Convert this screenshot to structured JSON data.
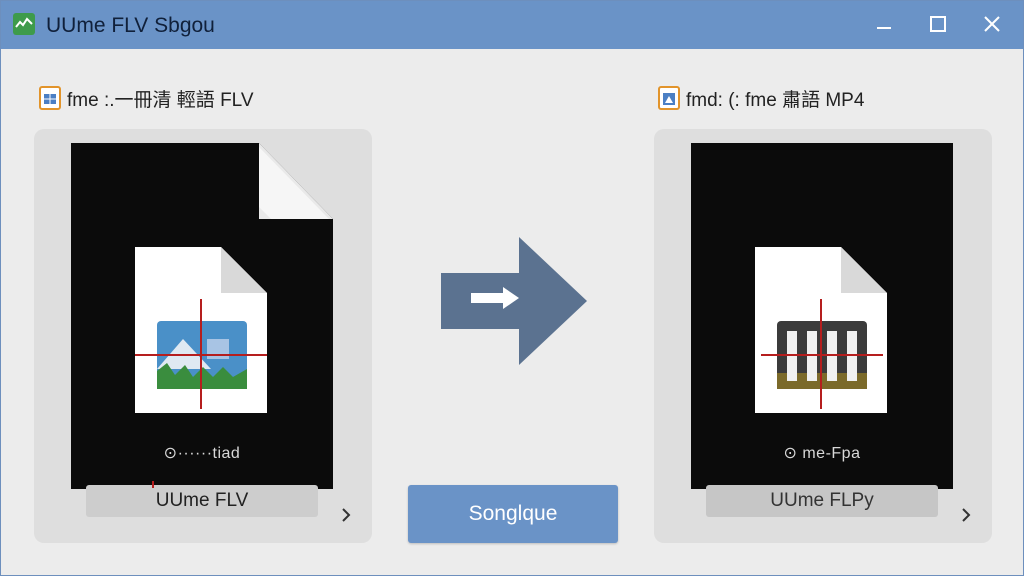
{
  "window": {
    "title": "UUme FLV Sbgou",
    "controls": {
      "minimize_icon": "minimize-icon",
      "maximize_icon": "maximize-icon",
      "close_icon": "close-icon"
    }
  },
  "source_panel": {
    "header": "fme :.一冊清 輕語 FLV",
    "header_icon": "file-table-icon",
    "file_caption": "⊙······tiad",
    "file_name": "UUme FLV",
    "chevron_icon": "chevron-right-icon"
  },
  "target_panel": {
    "header": "fmd: (: fme 肅語 MP4",
    "header_icon": "file-image-icon",
    "file_caption": "⊙ me-Fpa",
    "file_name": "UUme FLPy",
    "chevron_icon": "chevron-right-icon"
  },
  "convert_button": {
    "label": "Songlque"
  },
  "colors": {
    "title_bar": "#6a93c7",
    "accent": "#6a93c7",
    "arrow": "#5b7290",
    "app_icon": "#3e9b4b",
    "crosshair": "#b51e1e"
  }
}
